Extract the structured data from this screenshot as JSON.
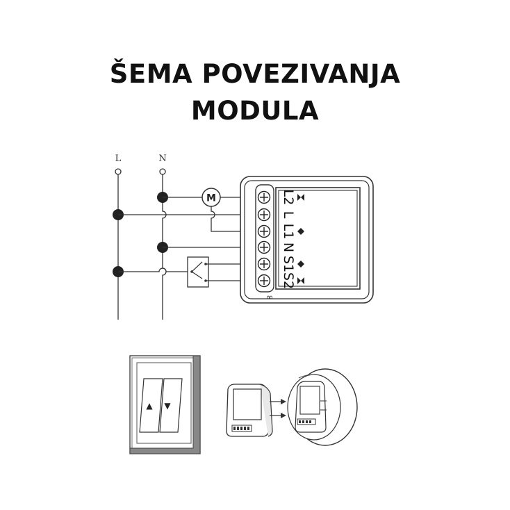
{
  "title": {
    "line1": "ŠEMA POVEZIVANJA",
    "line2": "MODULA"
  },
  "wiring": {
    "line_labels": {
      "live": "L",
      "neutral": "N"
    },
    "motor_label": "M",
    "terminals": [
      "L2",
      "L",
      "L1",
      "N",
      "S1",
      "S2"
    ],
    "module_mark": "∞"
  },
  "installation": {
    "switch_up_symbol": "▲",
    "switch_down_symbol": "▼"
  }
}
